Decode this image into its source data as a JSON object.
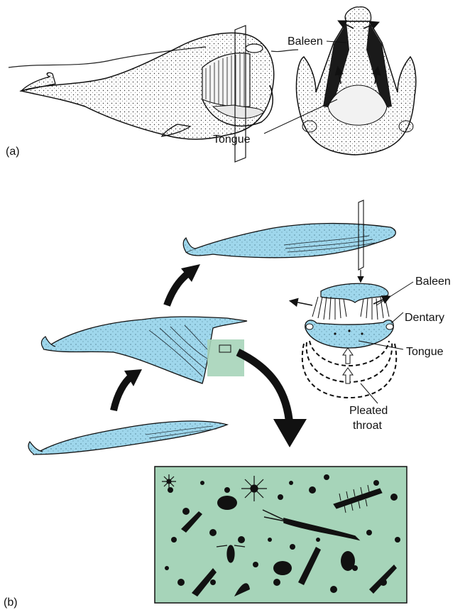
{
  "panel_a": {
    "tag": "(a)",
    "labels": {
      "baleen": "Baleen",
      "tongue": "Tongue"
    }
  },
  "panel_b": {
    "tag": "(b)",
    "labels": {
      "baleen": "Baleen",
      "dentary": "Dentary",
      "tongue": "Tongue",
      "pleated_1": "Pleated",
      "pleated_2": "throat"
    }
  },
  "colors": {
    "whale_blue": "#9fd7ec",
    "plankton_green": "#a6d4b9",
    "ink": "#111111"
  }
}
